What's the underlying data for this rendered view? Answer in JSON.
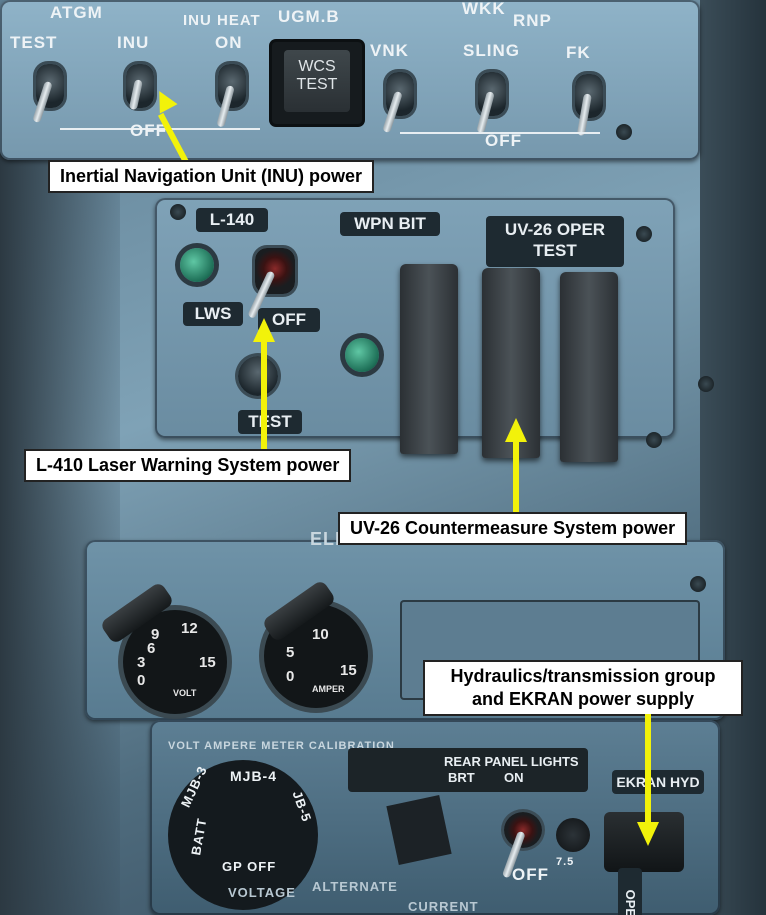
{
  "panel_labels": {
    "atgm": "ATGM",
    "test": "TEST",
    "inu": "INU",
    "inu_heat": "INU HEAT",
    "on": "ON",
    "ugm_b": "UGM.B",
    "wcs_test": "WCS TEST",
    "vnk": "VNK",
    "sling": "SLING",
    "fk": "FK",
    "rnp": "RNP",
    "wkk": "WKK",
    "off_top_left": "OFF",
    "off_top_right": "OFF",
    "l140": "L-140",
    "wpn_bit": "WPN BIT",
    "uv26_oper_test": "UV-26 OPER TEST",
    "lws": "LWS",
    "off_mid": "OFF",
    "test_mid": "TEST",
    "elec_sys_control": "ELEC SYS CONTROL",
    "volt": "VOLT",
    "amper": "AMPER",
    "volt_ampere_calibration": "VOLT AMPERE METER CALIBRATION",
    "mjb_3": "MJB-3",
    "mjb_4": "MJB-4",
    "jb_5": "JB-5",
    "batt": "BATT",
    "gp_off": "GP OFF",
    "rear_panel_lights": "REAR PANEL LIGHTS",
    "brt": "BRT",
    "on_bottom": "ON",
    "ekran_hyd": "EKRAN HYD",
    "oper": "OPER",
    "off_bottom": "OFF",
    "fuse_value": "7.5",
    "voltage": "VOLTAGE",
    "alternate": "ALTERNATE",
    "current": "CURRENT"
  },
  "gauges": {
    "volt_ticks": [
      "6",
      "9",
      "12",
      "15",
      "3",
      "0"
    ],
    "amper_ticks": [
      "5",
      "10",
      "15",
      "0"
    ]
  },
  "callouts": {
    "inu": "Inertial Navigation Unit (INU) power",
    "l410": "L-410 Laser Warning System power",
    "uv26": "UV-26 Countermeasure System power",
    "hydraulics": "Hydraulics/transmission group and EKRAN power supply"
  },
  "colors": {
    "callout_arrow": "#f2f20a",
    "panel": "#7fa2b7",
    "lamp_green": "#3fae88"
  }
}
